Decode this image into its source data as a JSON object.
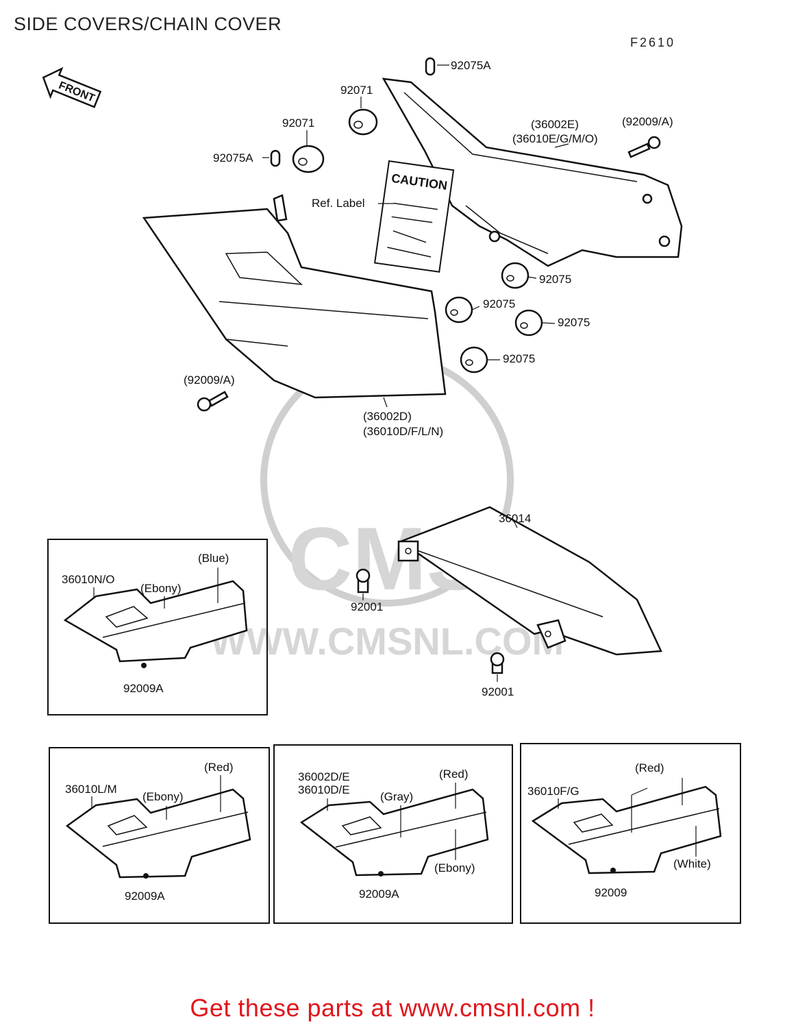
{
  "title": "SIDE COVERS/CHAIN COVER",
  "figure_code": "F2610",
  "front_arrow": "FRONT",
  "main_labels": {
    "p92075A_top": "92075A",
    "p92071_a": "92071",
    "p92071_b": "92071",
    "p92075A_left": "92075A",
    "p36002E": "(36002E)",
    "p36010EGMO": "(36010E/G/M/O)",
    "p92009A_right": "(92009/A)",
    "ref_label": "Ref. Label",
    "caution": "CAUTION",
    "p92075_1": "92075",
    "p92075_2": "92075",
    "p92075_3": "92075",
    "p92075_4": "92075",
    "p92009A_left": "(92009/A)",
    "p36002D": "(36002D)",
    "p36010DFLN": "(36010D/F/L/N)",
    "p36014": "36014",
    "p92001_a": "92001",
    "p92001_b": "92001"
  },
  "insets": {
    "a": {
      "part": "36010N/O",
      "top_color": "(Blue)",
      "mid_color": "(Ebony)",
      "bolt": "92009A"
    },
    "b": {
      "part": "36010L/M",
      "top_color": "(Red)",
      "mid_color": "(Ebony)",
      "bolt": "92009A"
    },
    "c": {
      "part1": "36002D/E",
      "part2": "36010D/E",
      "top_color": "(Red)",
      "mid_color": "(Gray)",
      "low_color": "(Ebony)",
      "bolt": "92009A"
    },
    "d": {
      "part": "36010F/G",
      "top_color": "(Red)",
      "low_color": "(White)",
      "bolt": "92009"
    }
  },
  "watermark": "WWW.CMSNL.COM",
  "watermark_logo": "CMS",
  "footer_cta": "Get these parts at www.cmsnl.com !",
  "colors": {
    "cta": "#e0161b",
    "watermark": "#cfcfcf"
  }
}
